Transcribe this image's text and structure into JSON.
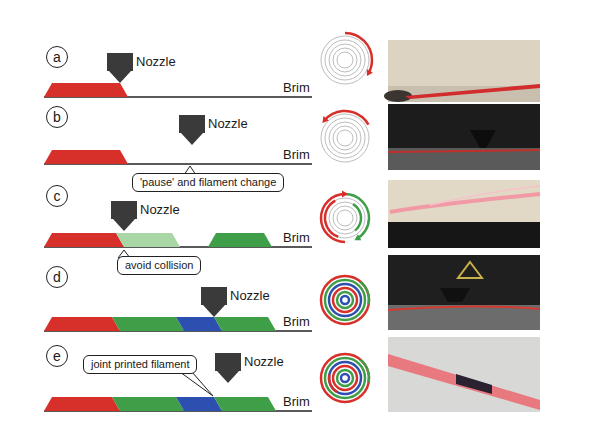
{
  "diagram": {
    "nodes": [
      {
        "text": [
          "a"
        ]
      },
      {
        "text": [
          "b"
        ]
      },
      {
        "text": [
          "'pause' and filament change"
        ]
      },
      {
        "text": [
          "c"
        ]
      },
      {
        "text": [
          "avoid collision"
        ]
      },
      {
        "text": [
          "d"
        ]
      },
      {
        "text": [
          "e"
        ]
      },
      {
        "text": [
          "joint printed filament"
        ]
      }
    ],
    "labels": [
      "Nozzle",
      "Brim",
      "Nozzle",
      "Brim",
      "Nozzle",
      "Brim",
      "Nozzle",
      "Brim",
      "Nozzle",
      "Brim"
    ]
  }
}
